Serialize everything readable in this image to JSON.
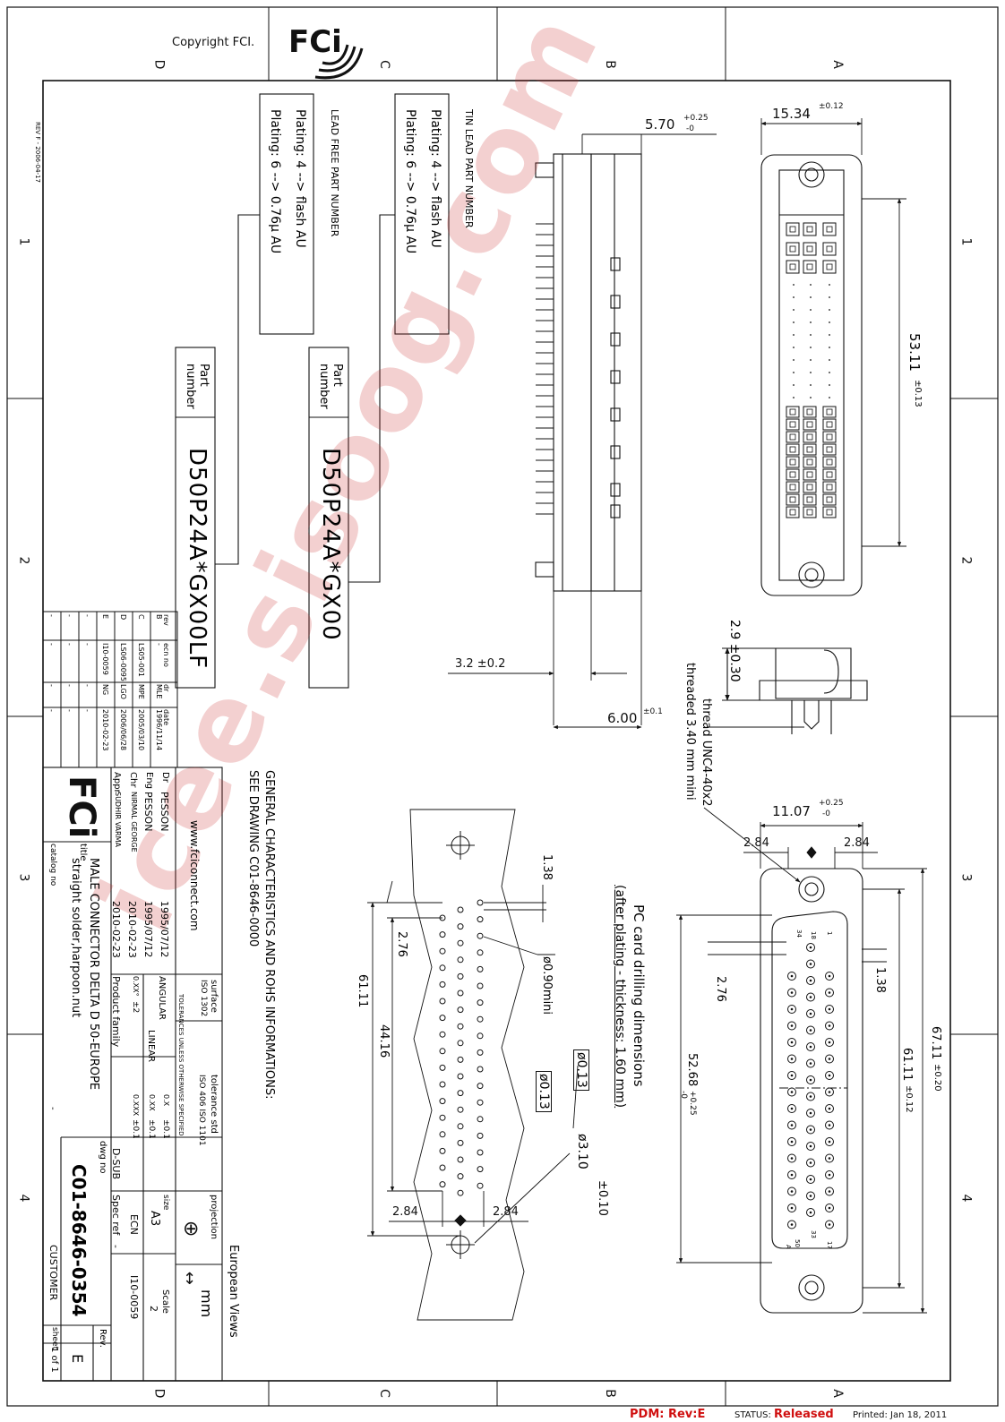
{
  "header": {
    "copyright": "Copyright FCI.",
    "logo_text": "FCi"
  },
  "border": {
    "columns_top": [
      "D",
      "C",
      "B",
      "A"
    ],
    "rows_left": [
      "1",
      "2",
      "3",
      "4"
    ],
    "rows_right": [
      "1",
      "2",
      "3",
      "4"
    ],
    "columns_bottom": [
      "D",
      "C",
      "B",
      "A"
    ]
  },
  "rev_note": "REV F - 2006-04-17",
  "watermark": "icee.sisoog.com",
  "part_numbers": {
    "tin_lead": {
      "title": "TIN LEAD PART NUMBER",
      "plating_lines": [
        "Plating:  4 --> flash AU",
        "Plating:  6 --> 0.76μ AU"
      ],
      "label": "Part number",
      "value": "D50P24A*GX00"
    },
    "lead_free": {
      "title": "LEAD FREE PART NUMBER",
      "plating_lines": [
        "Plating:  4 --> flash AU",
        "Plating:  6 --> 0.76μ AU"
      ],
      "label": "Part number",
      "value": "D50P24A*GX00LF"
    }
  },
  "dimensions": {
    "side_top": "5.70",
    "side_top_tol_plus": "+0.25",
    "side_top_tol_minus": "-0",
    "top_width": "15.34",
    "top_width_tol": "±0.12",
    "top_height": "53.11",
    "top_height_tol": "±0.13",
    "side_width_small": "3.2 ±0.2",
    "side_bottom": "6.00",
    "side_bottom_tol": "±0.1",
    "boss_height": "2.9 ±0.30",
    "thread_1": "thread UNC4-40x2",
    "thread_2": "threaded 3.40 mm mini",
    "front_width": "11.07",
    "front_width_tol_plus": "+0.25",
    "front_width_tol_minus": "-0",
    "front_284_left": "2.84",
    "front_284_right": "2.84",
    "front_138": "1.38",
    "front_276": "2.76",
    "front_6711": "67.11",
    "front_6711_tol": "±0.20",
    "front_6111": "61.11",
    "front_6111_tol": "±0.12",
    "front_5268": "52.68",
    "front_5268_tol_plus": "+0.25",
    "front_5268_tol_minus": "-0",
    "pin_labels": [
      "34",
      "18",
      "1",
      "50",
      "33",
      "17",
      "A"
    ],
    "pcb_138": "1.38",
    "pcb_276": "2.76",
    "pcb_hole": "ø0.90mini",
    "pcb_4416": "44.16",
    "pcb_6111": "61.11",
    "pcb_tp1": "ø0.13",
    "pcb_tp2": "ø0.13",
    "pcb_310": "ø3.10",
    "pcb_310_tol": "±0.10",
    "pcb_284_left": "2.84",
    "pcb_284_right": "2.84"
  },
  "notes": {
    "pcb_title": "PC card drilling dimensions",
    "pcb_subtitle": "(after plating - thickness: 1.60 mm)",
    "general_1": "GENERAL CHARACTERISTICS AND ROHS INFORMATIONS:",
    "general_2": "SEE DRAWING C01-8646-0000",
    "european_views": "European Views"
  },
  "revision_table": {
    "headers": [
      "rev",
      "ecn no",
      "dr",
      "date"
    ],
    "rows": [
      [
        "B",
        "-",
        "MLE",
        "1996/11/14"
      ],
      [
        "C",
        "LS05-001",
        "MPE",
        "2005/03/10"
      ],
      [
        "D",
        "LS06-0095",
        "LGO",
        "2006/06/28"
      ],
      [
        "E",
        "I10-0059",
        "NG",
        "2010-02-23"
      ],
      [
        "-",
        "-",
        "-",
        "-"
      ],
      [
        "-",
        "-",
        "-",
        "-"
      ],
      [
        "-",
        "-",
        "-",
        "-"
      ]
    ]
  },
  "title_block": {
    "website": "www.fciconnect.com",
    "roles": [
      {
        "role": "Dr",
        "name": "PESSON",
        "date": "1995/07/12"
      },
      {
        "role": "Eng",
        "name": "PESSON",
        "date": "1995/07/12"
      },
      {
        "role": "Chr",
        "name": "NIRMAL GEORGE",
        "date": "2010-02-23"
      },
      {
        "role": "Appr",
        "name": "SUDHIR VARMA",
        "date": "2010-02-23"
      }
    ],
    "title_label": "title",
    "title_1": "MALE CONNECTOR DELTA D 50-EUROPE",
    "title_2": "straight solder,harpoon.nut",
    "catalog_label": "catalog no",
    "catalog_value": "-",
    "surface_label": "surface",
    "surface_value": "ISO 1302",
    "tol_std_label": "tolerance std",
    "tol_std_value": "ISO 406 ISO 1101",
    "tol_unless": "TOLERANCES UNLESS OTHERWISE SPECIFIED",
    "angular_label": "ANGULAR",
    "angular_rows": [
      "0.XX°",
      "±2"
    ],
    "linear_label": "LINEAR",
    "linear_rows": [
      "0.X",
      "±0.1",
      "0.XX",
      "±0.1",
      "0.XXX",
      "±0.1"
    ],
    "product_family_label": "Product family",
    "product_family_value": "D-SUB",
    "spec_ref_label": "Spec ref",
    "spec_ref_value": "-",
    "projection_label": "projection",
    "size_label": "size",
    "size_value": "A3",
    "ecn_label": "ECN",
    "ecn_value": "I10-0059",
    "scale_label": "Scale",
    "scale_value": "2",
    "units": "mm",
    "dwg_label": "dwg no",
    "dwg_value": "C01-8646-0354",
    "customer": "CUSTOMER",
    "sheet_label": "sheet",
    "sheet_value": "1 of 1",
    "rev_label": "Rev.",
    "rev_value": "E"
  },
  "footer": {
    "pdm": "PDM: Rev:E",
    "status_label": "STATUS:",
    "status_value": "Released",
    "printed": "Printed: Jan 18, 2011"
  },
  "colors": {
    "line": "#111111",
    "watermark": "#c82828",
    "footer_red": "#d01010"
  }
}
